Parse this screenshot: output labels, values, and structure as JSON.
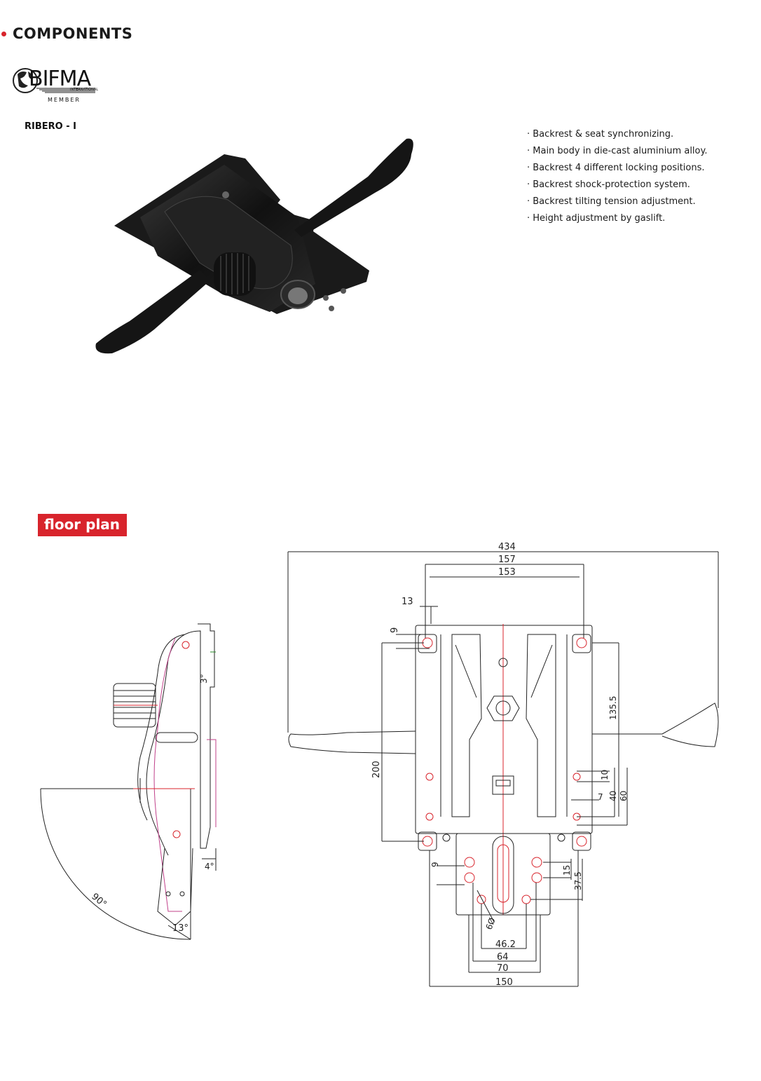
{
  "header": {
    "title": "COMPONENTS",
    "accent_color": "#d8242c"
  },
  "logo": {
    "name": "BIFMA",
    "sub": "INTERNATIONAL",
    "member": "MEMBER"
  },
  "product": {
    "model": "RIBERO - I",
    "features": [
      "Backrest & seat synchronizing.",
      "Main body in die-cast aluminium alloy.",
      "Backrest 4 different locking positions.",
      "Backrest shock-protection system.",
      "Backrest tilting tension adjustment.",
      "Height adjustment by gaslift."
    ]
  },
  "floor_plan": {
    "label": "floor plan",
    "side_view": {
      "angle_top": "3°",
      "angle_back": "4°",
      "angle_sweep": "90°",
      "angle_base": "13°"
    },
    "dimensions": {
      "overall_width": "434",
      "mount_outer": "157",
      "mount_inner": "153",
      "hole_diameter_top": "13",
      "edge_offset_top": "9",
      "lever_height": "135.5",
      "depth": "200",
      "slot_10": "10",
      "slot_7": "7",
      "spacing_40": "40",
      "spacing_60": "60",
      "edge_offset_bottom": "9",
      "spacing_15": "15",
      "spacing_37_5": "37.5",
      "hole_diameter_small": "6Ø",
      "width_46_2": "46.2",
      "width_64": "64",
      "width_70": "70",
      "width_150": "150"
    }
  }
}
